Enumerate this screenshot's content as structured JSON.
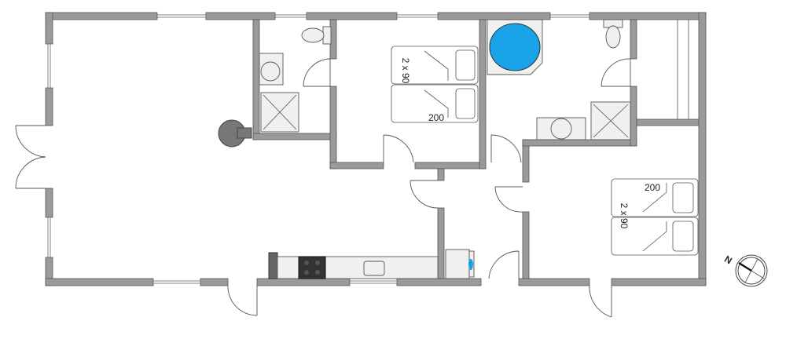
{
  "plan": {
    "bedroom_1": {
      "bed_size": "2 x 90",
      "bed_length": "200"
    },
    "bedroom_2": {
      "bed_size": "2 x 90",
      "bed_length": "200"
    },
    "compass": {
      "north_label": "N"
    }
  },
  "colors": {
    "wall": "#9a9a9a",
    "bathtub": "#1aa3e8",
    "stove": "#777777",
    "cooktop": "#333333"
  }
}
